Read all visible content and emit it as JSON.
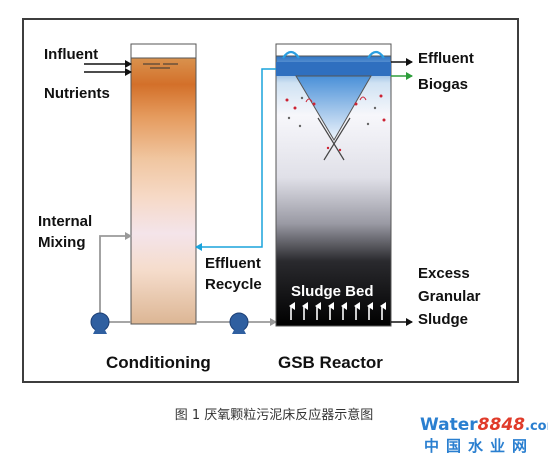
{
  "labels": {
    "influent": "Influent",
    "nutrients": "Nutrients",
    "internal_mixing_1": "Internal",
    "internal_mixing_2": "Mixing",
    "effluent_recycle_1": "Effluent",
    "effluent_recycle_2": "Recycle",
    "effluent": "Effluent",
    "biogas": "Biogas",
    "excess_1": "Excess",
    "excess_2": "Granular",
    "excess_3": "Sludge",
    "sludge_bed": "Sludge Bed",
    "conditioning": "Conditioning",
    "gsb_reactor": "GSB Reactor"
  },
  "caption": "图 1  厌氧颗粒污泥床反应器示意图",
  "logo": {
    "brand": "Water",
    "number": "8848",
    "domain": ".com",
    "chinese": "中国水业网"
  },
  "colors": {
    "recycle_line": "#1aa3dc",
    "biogas_arrow": "#2e9e3c",
    "pump": "#2f5fa0",
    "frame": "#3d3d3d"
  }
}
